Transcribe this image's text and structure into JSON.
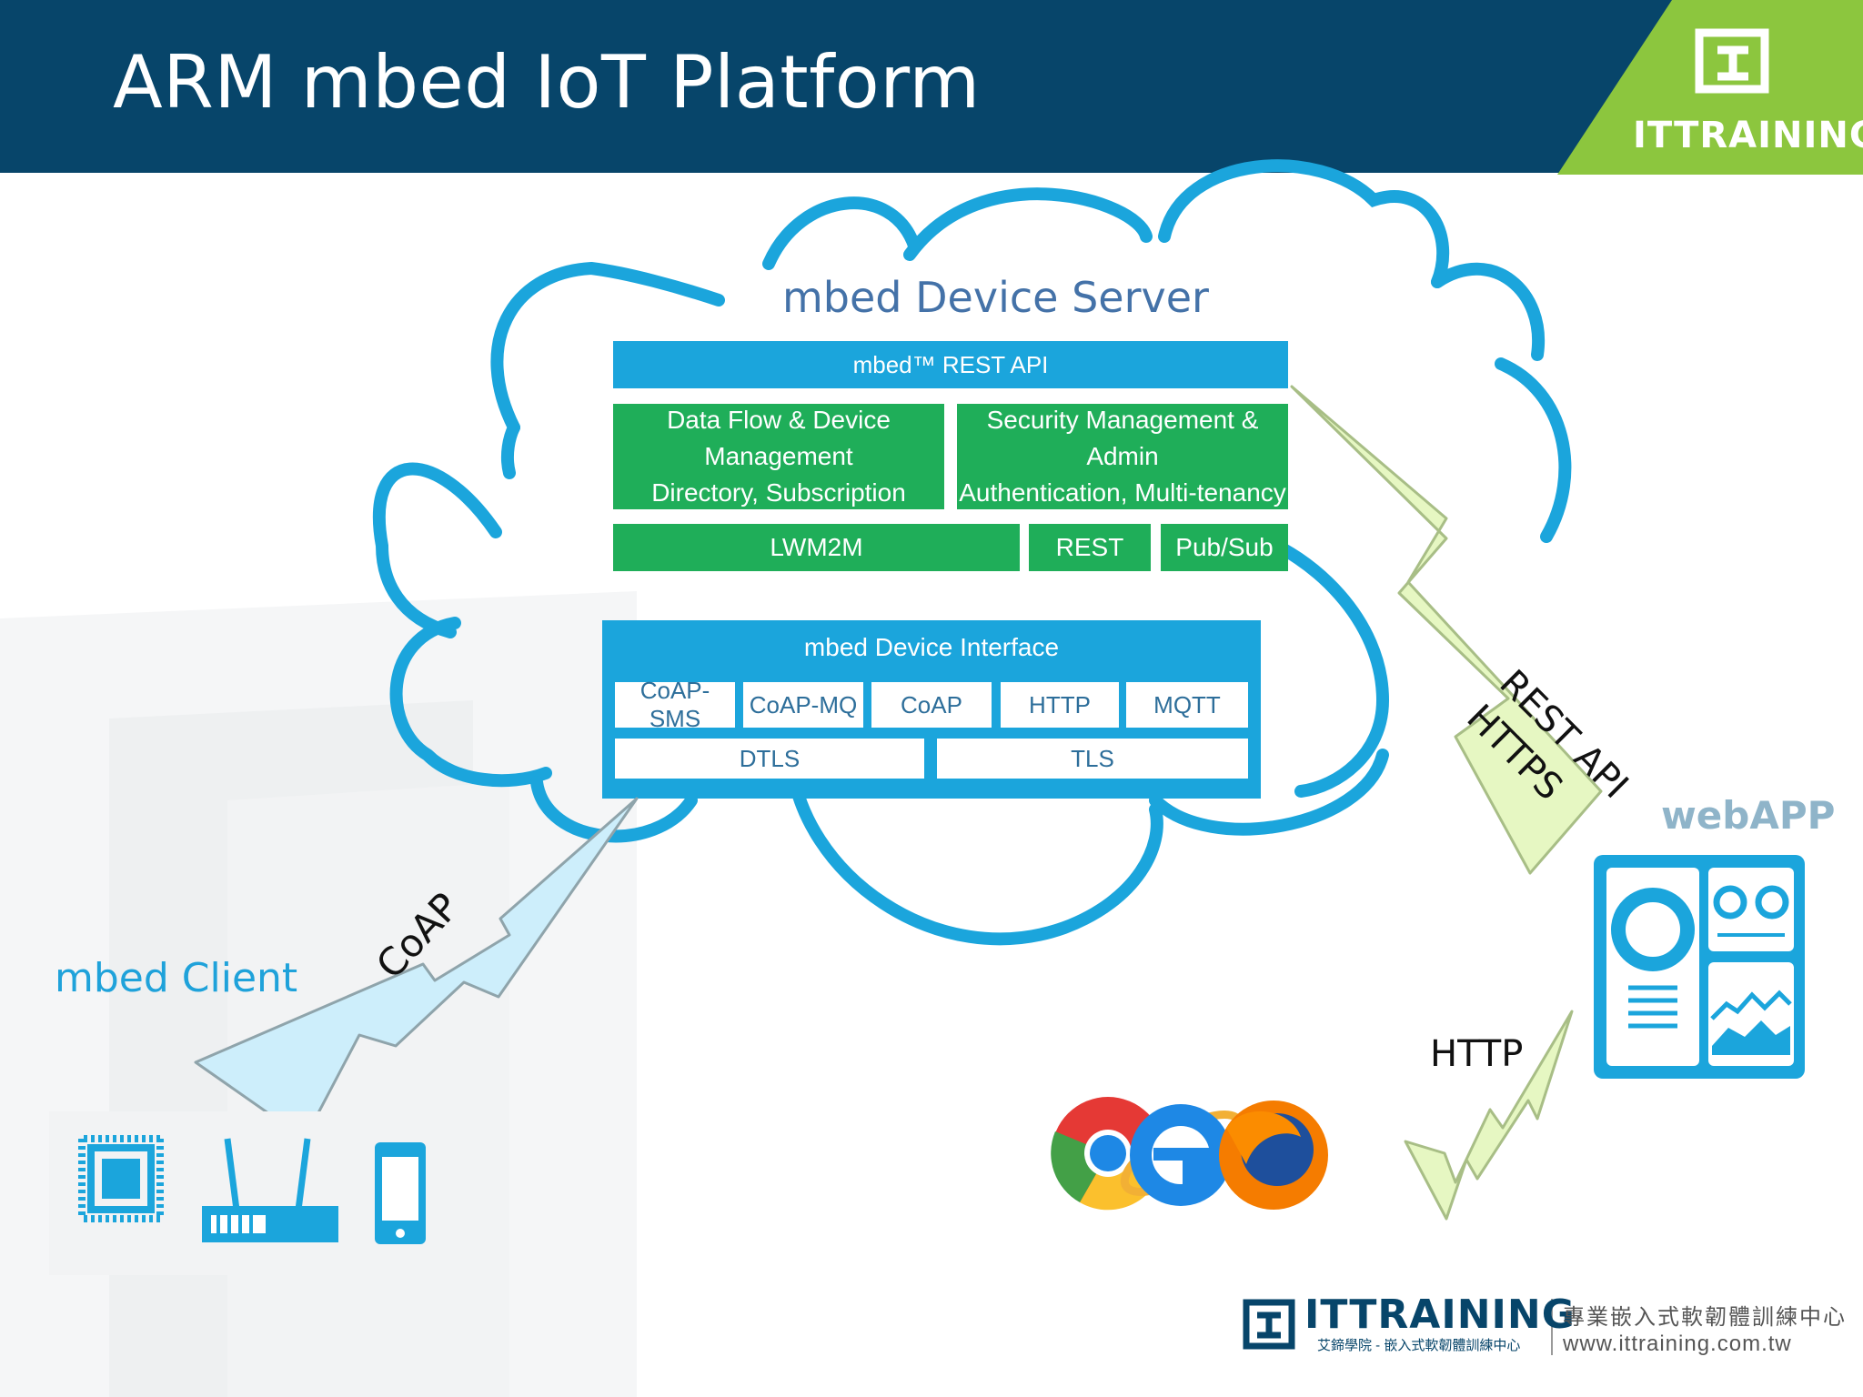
{
  "header": {
    "title": "ARM mbed IoT Platform",
    "brand": "ITTRAINING"
  },
  "server": {
    "title": "mbed Device Server",
    "rest_api": "mbed™ REST API",
    "data_flow": "Data Flow & Device Management\nDirectory, Subscription",
    "security": "Security Management & Admin\nAuthentication, Multi-tenancy",
    "lwm2m": "LWM2M",
    "rest": "REST",
    "pubsub": "Pub/Sub"
  },
  "interface": {
    "title": "mbed Device Interface",
    "protocols": [
      "CoAP-SMS",
      "CoAP-MQ",
      "CoAP",
      "HTTP",
      "MQTT"
    ],
    "security_layers": [
      "DTLS",
      "TLS"
    ]
  },
  "client": {
    "title": "mbed Client",
    "link_label": "CoAP"
  },
  "web": {
    "link_rest": "REST API",
    "link_https": "HTTPS",
    "webapp_title": "webAPP",
    "browser_link": "HTTP"
  },
  "footer": {
    "logo": "ITTRAINING",
    "subtitle": "艾鍗學院 - 嵌入式軟韌體訓練中心",
    "chinese": "專業嵌入式軟韌體訓練中心",
    "url": "www.ittraining.com.tw"
  },
  "colors": {
    "header": "#07456a",
    "cloud": "#1ba5dc",
    "green": "#1fae59",
    "bolt_blue": "#cdeefb",
    "bolt_green": "#e6f7c2"
  },
  "icons": [
    "chip-icon",
    "router-icon",
    "phone-icon",
    "chrome-icon",
    "ie-icon",
    "firefox-icon",
    "dashboard-icon"
  ]
}
